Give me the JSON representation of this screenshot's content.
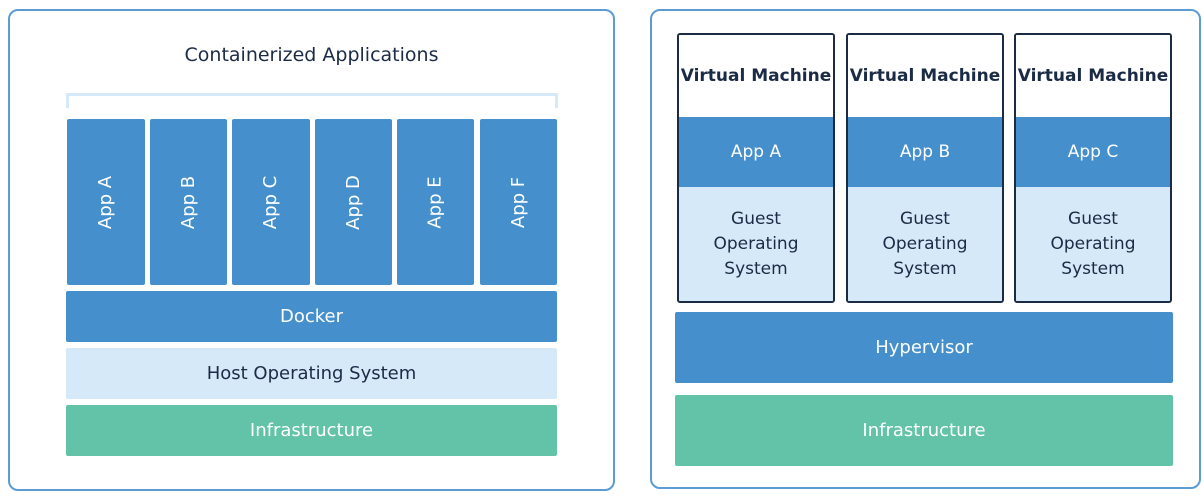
{
  "containers": {
    "title": "Containerized Applications",
    "apps": [
      "App A",
      "App B",
      "App C",
      "App D",
      "App E",
      "App F"
    ],
    "docker": "Docker",
    "host_os": "Host Operating System",
    "infrastructure": "Infrastructure"
  },
  "vms": {
    "machines": [
      {
        "title": "Virtual Machine",
        "app": "App A",
        "guest_os": "Guest\nOperating\nSystem"
      },
      {
        "title": "Virtual Machine",
        "app": "App B",
        "guest_os": "Guest\nOperating\nSystem"
      },
      {
        "title": "Virtual Machine",
        "app": "App C",
        "guest_os": "Guest\nOperating\nSystem"
      }
    ],
    "hypervisor": "Hypervisor",
    "infrastructure": "Infrastructure"
  },
  "colors": {
    "app": "#4590cc",
    "os": "#d5e9f8",
    "infrastructure": "#62c3a8",
    "border": "#5c9bd3",
    "text": "#1b2b45"
  }
}
